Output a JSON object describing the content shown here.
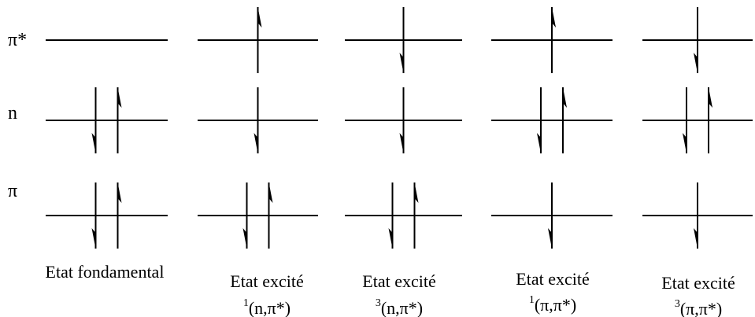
{
  "levels": {
    "pi_star": "π*",
    "n": "n",
    "pi": "π"
  },
  "states": [
    {
      "name_line1": "Etat fondamental",
      "multiplicity": "",
      "label": "",
      "occupancy": {
        "pi_star": "empty",
        "n": "paired",
        "pi": "paired"
      }
    },
    {
      "name_line1": "Etat excité",
      "multiplicity": "1",
      "label": "(n,π*)",
      "occupancy": {
        "pi_star": "up",
        "n": "down",
        "pi": "paired"
      }
    },
    {
      "name_line1": "Etat excité",
      "multiplicity": "3",
      "label": "(n,π*)",
      "occupancy": {
        "pi_star": "down",
        "n": "down",
        "pi": "paired"
      }
    },
    {
      "name_line1": "Etat excité",
      "multiplicity": "1",
      "label": "(π,π*)",
      "occupancy": {
        "pi_star": "up",
        "n": "paired",
        "pi": "down"
      }
    },
    {
      "name_line1": "Etat excité",
      "multiplicity": "3",
      "label": "(π,π*)",
      "occupancy": {
        "pi_star": "down",
        "n": "paired",
        "pi": "down"
      }
    }
  ]
}
